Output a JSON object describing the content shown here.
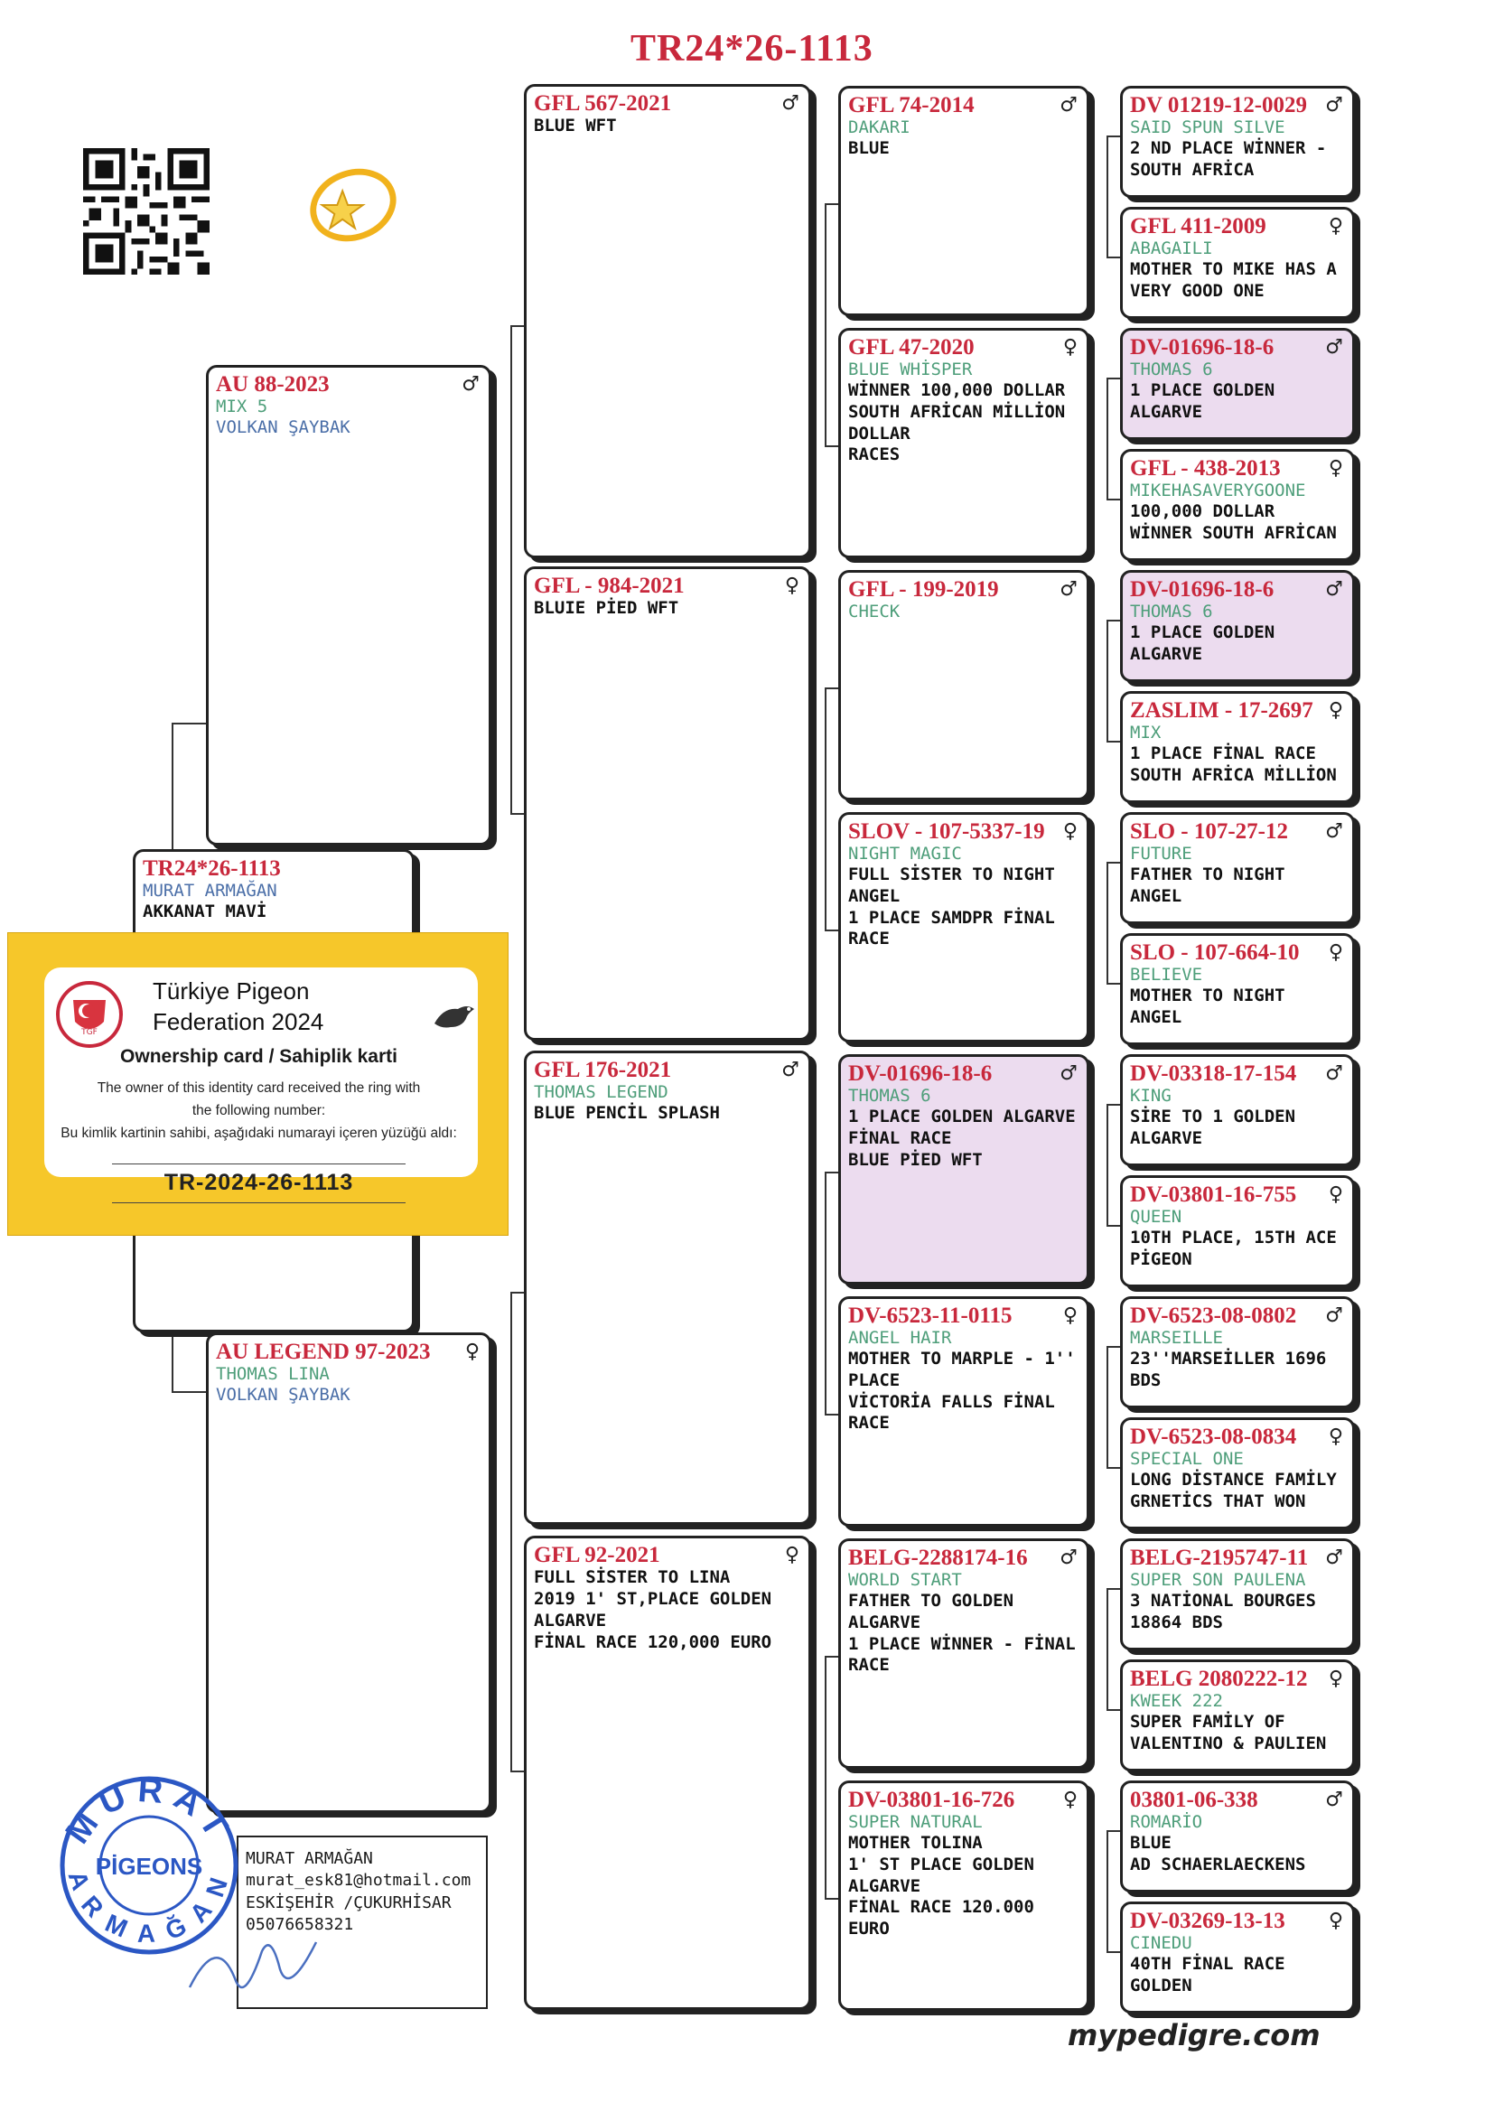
{
  "title": "TR24*26-1113",
  "colors": {
    "ring_red": "#c8283c",
    "name_green": "#4e9e7a",
    "name_blue": "#4b6fa8",
    "pink": "#ecdcef",
    "card_yellow": "#f6c72a"
  },
  "subject": {
    "ring": "TR24*26-1113",
    "name": "MURAT ARMAĞAN",
    "line1": "AKKANAT MAVİ"
  },
  "gen1": [
    {
      "ring": "AU 88-2023",
      "sex": "♂",
      "name": "MIX 5",
      "line1": "VOLKAN ŞAYBAK"
    },
    {
      "ring": "AU LEGEND 97-2023",
      "sex": "♀",
      "name": "THOMAS LINA",
      "line1": "VOLKAN ŞAYBAK"
    }
  ],
  "gen2": [
    {
      "ring": "GFL 567-2021",
      "sex": "♂",
      "name": "",
      "line1": "BLUE WFT",
      "line2": "",
      "line3": "",
      "line4": ""
    },
    {
      "ring": "GFL - 984-2021",
      "sex": "♀",
      "name": "",
      "line1": "BLUIE PİED WFT",
      "line2": "",
      "line3": "",
      "line4": ""
    },
    {
      "ring": "GFL 176-2021",
      "sex": "♂",
      "name": "THOMAS LEGEND",
      "line1": "BLUE PENCİL SPLASH",
      "line2": "",
      "line3": "",
      "line4": ""
    },
    {
      "ring": "GFL 92-2021",
      "sex": "♀",
      "name": "",
      "line1": "FULL SİSTER TO LINA",
      "line2": "2019 1' ST,PLACE GOLDEN",
      "line3": "ALGARVE",
      "line4": "FİNAL RACE 120,000 EURO"
    }
  ],
  "gen3": [
    {
      "ring": "GFL 74-2014",
      "sex": "♂",
      "name": "DAKARI",
      "line1": "BLUE",
      "line2": "",
      "line3": "",
      "line4": ""
    },
    {
      "ring": "GFL 47-2020",
      "sex": "♀",
      "name": "BLUE WHİSPER",
      "line1": "WİNNER 100,000 DOLLAR",
      "line2": "SOUTH AFRİCAN MİLLİON",
      "line3": "DOLLAR",
      "line4": "RACES"
    },
    {
      "ring": "GFL - 199-2019",
      "sex": "♂",
      "name": "CHECK",
      "line1": "",
      "line2": "",
      "line3": "",
      "line4": ""
    },
    {
      "ring": "SLOV - 107-5337-19",
      "sex": "♀",
      "name": "NIGHT MAGIC",
      "line1": "FULL SİSTER TO NIGHT",
      "line2": "ANGEL",
      "line3": "1 PLACE SAMDPR FİNAL",
      "line4": "RACE"
    },
    {
      "ring": "DV-01696-18-6",
      "sex": "♂",
      "name": "THOMAS 6",
      "line1": "1 PLACE GOLDEN ALGARVE",
      "line2": "FİNAL RACE",
      "line3": "BLUE PİED WFT",
      "line4": ""
    },
    {
      "ring": "DV-6523-11-0115",
      "sex": "♀",
      "name": "ANGEL HAIR",
      "line1": "MOTHER TO MARPLE - 1''",
      "line2": "PLACE",
      "line3": "VİCTORİA FALLS FİNAL",
      "line4": "RACE"
    },
    {
      "ring": "BELG-2288174-16",
      "sex": "♂",
      "name": "WORLD START",
      "line1": "FATHER TO GOLDEN",
      "line2": "ALGARVE",
      "line3": "1 PLACE WİNNER - FİNAL",
      "line4": "RACE"
    },
    {
      "ring": "DV-03801-16-726",
      "sex": "♀",
      "name": "SUPER NATURAL",
      "line1": "MOTHER TOLINA",
      "line2": "1' ST PLACE GOLDEN",
      "line3": "ALGARVE",
      "line4": "FİNAL RACE 120.000 EURO"
    }
  ],
  "gen4": [
    {
      "ring": "DV 01219-12-0029",
      "sex": "♂",
      "name": "SAID SPUN SILVE",
      "line1": "2 ND PLACE WİNNER -",
      "line2": "SOUTH AFRİCA"
    },
    {
      "ring": "GFL 411-2009",
      "sex": "♀",
      "name": "ABAGAILI",
      "line1": "MOTHER TO MIKE HAS A",
      "line2": "VERY GOOD ONE"
    },
    {
      "ring": "DV-01696-18-6",
      "sex": "♂",
      "name": "THOMAS 6",
      "line1": "1 PLACE GOLDEN",
      "line2": "ALGARVE"
    },
    {
      "ring": "GFL - 438-2013",
      "sex": "♀",
      "name": "MIKEHASAVERYGOONE",
      "line1": "100,000 DOLLAR",
      "line2": "WİNNER SOUTH AFRİCAN"
    },
    {
      "ring": "DV-01696-18-6",
      "sex": "♂",
      "name": "THOMAS 6",
      "line1": "1 PLACE GOLDEN",
      "line2": "ALGARVE"
    },
    {
      "ring": "ZASLIM - 17-2697",
      "sex": "♀",
      "name": "MIX",
      "line1": "1 PLACE FİNAL RACE",
      "line2": "SOUTH AFRİCA MİLLİON"
    },
    {
      "ring": "SLO - 107-27-12",
      "sex": "♂",
      "name": "FUTURE",
      "line1": "FATHER TO NIGHT",
      "line2": "ANGEL"
    },
    {
      "ring": "SLO - 107-664-10",
      "sex": "♀",
      "name": "BELIEVE",
      "line1": "MOTHER TO NIGHT",
      "line2": "ANGEL"
    },
    {
      "ring": "DV-03318-17-154",
      "sex": "♂",
      "name": "KING",
      "line1": "SİRE TO 1 GOLDEN",
      "line2": "ALGARVE"
    },
    {
      "ring": "DV-03801-16-755",
      "sex": "♀",
      "name": "QUEEN",
      "line1": "10TH PLACE, 15TH ACE",
      "line2": "PİGEON"
    },
    {
      "ring": "DV-6523-08-0802",
      "sex": "♂",
      "name": "MARSEILLE",
      "line1": "23''MARSEİLLER  1696",
      "line2": "BDS"
    },
    {
      "ring": "DV-6523-08-0834",
      "sex": "♀",
      "name": "SPECIAL ONE",
      "line1": "LONG DİSTANCE FAMİLY",
      "line2": "GRNETİCS THAT WON"
    },
    {
      "ring": "BELG-2195747-11",
      "sex": "♂",
      "name": "SUPER SON PAULENA",
      "line1": "3 NATİONAL BOURGES",
      "line2": "18864 BDS"
    },
    {
      "ring": "BELG 2080222-12",
      "sex": "♀",
      "name": "KWEEK 222",
      "line1": "SUPER FAMİLY OF",
      "line2": "VALENTINO & PAULIEN"
    },
    {
      "ring": "03801-06-338",
      "sex": "♂",
      "name": "ROMARİO",
      "line1": "BLUE",
      "line2": "AD SCHAERLAECKENS"
    },
    {
      "ring": "DV-03269-13-13",
      "sex": "♀",
      "name": "CINEDU",
      "line1": "40TH FİNAL RACE",
      "line2": "GOLDEN"
    }
  ],
  "card": {
    "org_line1": "Türkiye Pigeon",
    "org_line2": "Federation 2024",
    "card_title": "Ownership card / Sahiplik karti",
    "desc_line1": "The owner of this identity card received the ring with",
    "desc_line2": "the following number:",
    "desc_line3": "Bu kimlik kartinin sahibi, aşağıdaki numarayi içeren yüzüğü aldı:",
    "ring_number": "TR-2024-26-1113",
    "logo_text": "TGF"
  },
  "owner": {
    "name": "MURAT ARMAĞAN",
    "email": "murat_esk81@hotmail.com",
    "city": "ESKİŞEHİR /ÇUKURHİSAR",
    "phone": "05076658321"
  },
  "stamp": {
    "top": "MURAT",
    "center": "PİGEONS",
    "bottom": "ARMAĞAN"
  },
  "brand": "mypedigre.com"
}
